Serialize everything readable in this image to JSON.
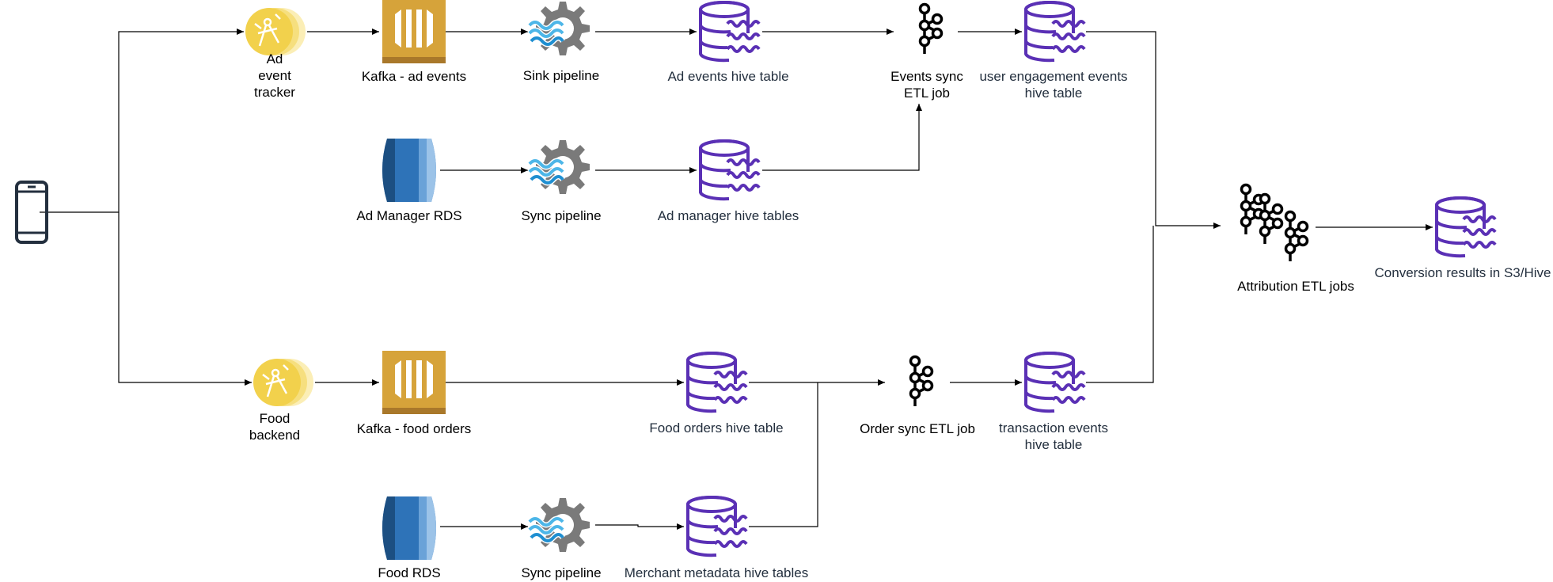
{
  "colors": {
    "edge": "#000000",
    "hive_stroke": "#5a30b5",
    "hive_text": "#232f3e",
    "kafka_gold": "#d6a33a",
    "kafka_dark": "#a9782a",
    "rds_blue": "#2e73b8",
    "tracker_yellow": "#f2d14c",
    "gear_gray": "#7a7a7a",
    "wave_blue": "#4db6e8"
  },
  "nodes": {
    "phone": {
      "icon": "mobile-phone-icon"
    },
    "ad_event_tracker": {
      "label": [
        "Ad",
        "event",
        "tracker"
      ],
      "icon": "compass-tracker-icon"
    },
    "kafka_ad_events": {
      "label": "Kafka - ad events",
      "icon": "kafka-stream-icon"
    },
    "sink_pipeline": {
      "label": "Sink pipeline",
      "icon": "gear-pipeline-icon"
    },
    "ad_events_hive": {
      "label": "Ad events hive table",
      "icon": "hive-table-icon"
    },
    "events_sync_etl": {
      "label": [
        "Events sync",
        "ETL job"
      ],
      "icon": "kafka-etl-icon"
    },
    "user_engagement_hive": {
      "label": [
        "user engagement events",
        "hive table"
      ],
      "icon": "hive-table-icon"
    },
    "ad_manager_rds": {
      "label": "Ad Manager RDS",
      "icon": "rds-database-icon"
    },
    "sync_pipeline_1": {
      "label": "Sync pipeline",
      "icon": "gear-pipeline-icon"
    },
    "ad_manager_hive": {
      "label": "Ad manager hive tables",
      "icon": "hive-table-icon"
    },
    "attribution_etl": {
      "label": "Attribution ETL jobs",
      "icon": "kafka-etl-cluster-icon"
    },
    "conversion_results": {
      "label": "Conversion results in S3/Hive",
      "icon": "hive-table-icon"
    },
    "food_backend": {
      "label": [
        "Food",
        "backend"
      ],
      "icon": "compass-tracker-icon"
    },
    "kafka_food_orders": {
      "label": "Kafka - food orders",
      "icon": "kafka-stream-icon"
    },
    "food_orders_hive": {
      "label": "Food orders hive table",
      "icon": "hive-table-icon"
    },
    "order_sync_etl": {
      "label": "Order sync ETL job",
      "icon": "kafka-etl-icon"
    },
    "transaction_hive": {
      "label": [
        "transaction events",
        "hive table"
      ],
      "icon": "hive-table-icon"
    },
    "food_rds": {
      "label": "Food RDS",
      "icon": "rds-database-icon"
    },
    "sync_pipeline_2": {
      "label": "Sync pipeline",
      "icon": "gear-pipeline-icon"
    },
    "merchant_hive": {
      "label": "Merchant metadata hive tables",
      "icon": "hive-table-icon"
    }
  },
  "edges": [
    [
      "phone",
      "ad_event_tracker"
    ],
    [
      "phone",
      "food_backend"
    ],
    [
      "ad_event_tracker",
      "kafka_ad_events"
    ],
    [
      "kafka_ad_events",
      "sink_pipeline"
    ],
    [
      "sink_pipeline",
      "ad_events_hive"
    ],
    [
      "ad_events_hive",
      "events_sync_etl"
    ],
    [
      "events_sync_etl",
      "user_engagement_hive"
    ],
    [
      "ad_manager_rds",
      "sync_pipeline_1"
    ],
    [
      "sync_pipeline_1",
      "ad_manager_hive"
    ],
    [
      "ad_manager_hive",
      "events_sync_etl"
    ],
    [
      "user_engagement_hive",
      "attribution_etl"
    ],
    [
      "transaction_hive",
      "attribution_etl"
    ],
    [
      "attribution_etl",
      "conversion_results"
    ],
    [
      "food_backend",
      "kafka_food_orders"
    ],
    [
      "kafka_food_orders",
      "food_orders_hive"
    ],
    [
      "food_orders_hive",
      "order_sync_etl"
    ],
    [
      "merchant_hive",
      "order_sync_etl"
    ],
    [
      "order_sync_etl",
      "transaction_hive"
    ],
    [
      "food_rds",
      "sync_pipeline_2"
    ],
    [
      "sync_pipeline_2",
      "merchant_hive"
    ]
  ]
}
